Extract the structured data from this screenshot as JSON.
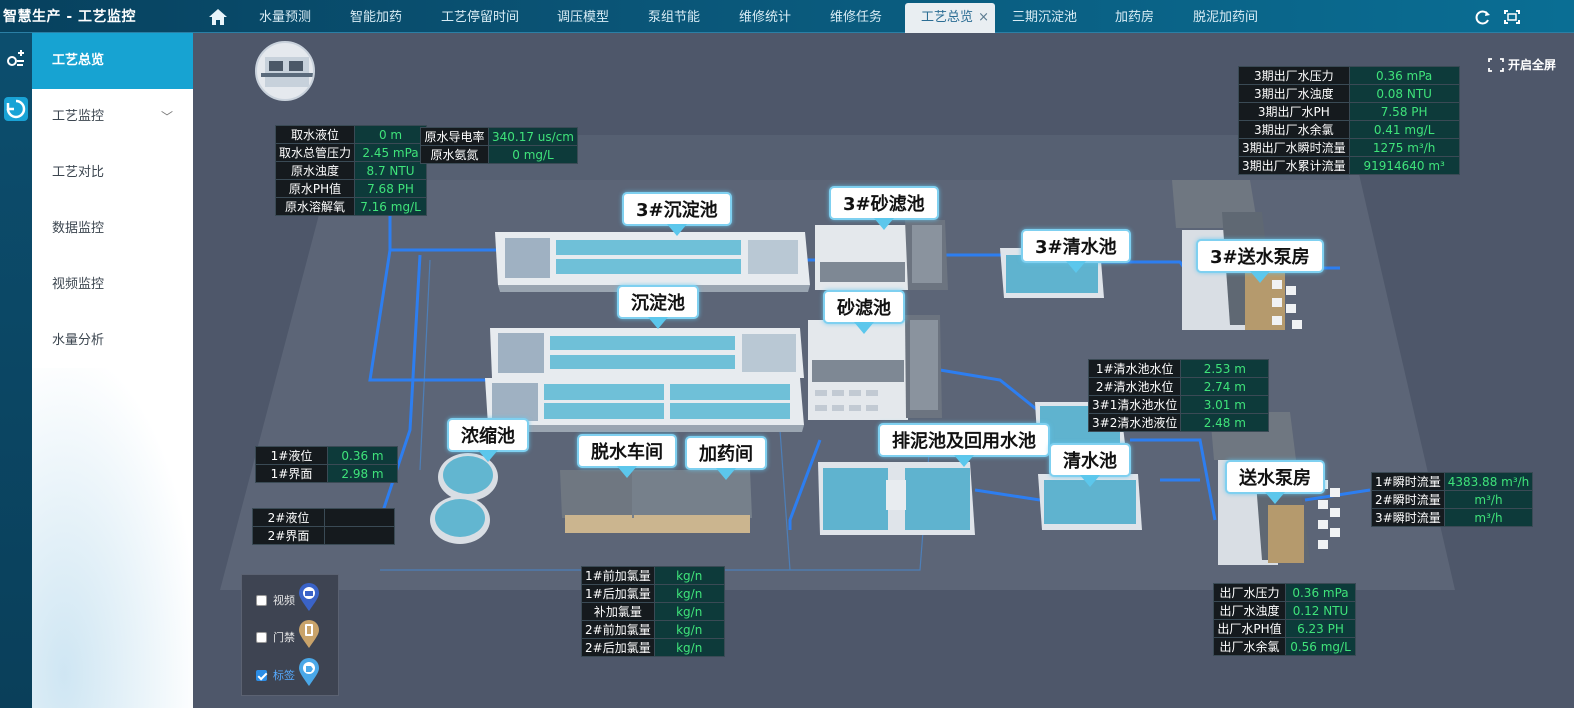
{
  "app": {
    "title": "智慧生产 - 工艺监控"
  },
  "tabs": [
    {
      "label": "水量预测"
    },
    {
      "label": "智能加药"
    },
    {
      "label": "工艺停留时间"
    },
    {
      "label": "调压模型"
    },
    {
      "label": "泵组节能"
    },
    {
      "label": "维修统计"
    },
    {
      "label": "维修任务"
    },
    {
      "label": "工艺总览",
      "active": true
    },
    {
      "label": "三期沉淀池"
    },
    {
      "label": "加药房"
    },
    {
      "label": "脱泥加药间"
    }
  ],
  "tab_close": "×",
  "sidebar": {
    "items": [
      {
        "label": "工艺总览",
        "active": true
      },
      {
        "label": "工艺监控",
        "expandable": true
      },
      {
        "label": "工艺对比"
      },
      {
        "label": "数据监控"
      },
      {
        "label": "视频监控"
      },
      {
        "label": "水量分析"
      }
    ],
    "chevron": "﹀"
  },
  "fullscreen": {
    "label": "开启全屏"
  },
  "raw_water": {
    "left": [
      {
        "k": "取水液位",
        "v": "0 m"
      },
      {
        "k": "取水总管压力",
        "v": "2.45 mPa"
      },
      {
        "k": "原水浊度",
        "v": "8.7 NTU"
      },
      {
        "k": "原水PH值",
        "v": "7.68 PH"
      },
      {
        "k": "原水溶解氧",
        "v": "7.16 mg/L"
      }
    ],
    "right": [
      {
        "k": "原水导电率",
        "v": "340.17 us/cm"
      },
      {
        "k": "原水氨氮",
        "v": "0 mg/L"
      }
    ]
  },
  "phase3_outlet": [
    {
      "k": "3期出厂水压力",
      "v": "0.36 mPa"
    },
    {
      "k": "3期出厂水浊度",
      "v": "0.08 NTU"
    },
    {
      "k": "3期出厂水PH",
      "v": "7.58 PH"
    },
    {
      "k": "3期出厂水余氯",
      "v": "0.41 mg/L"
    },
    {
      "k": "3期出厂水瞬时流量",
      "v": "1275 m³/h"
    },
    {
      "k": "3期出厂水累计流量",
      "v": "91914640 m³"
    }
  ],
  "clear_pool": [
    {
      "k": "1#清水池水位",
      "v": "2.53 m"
    },
    {
      "k": "2#清水池水位",
      "v": "2.74 m"
    },
    {
      "k": "3#1清水池水位",
      "v": "3.01 m"
    },
    {
      "k": "3#2清水池液位",
      "v": "2.48 m"
    }
  ],
  "flow": [
    {
      "k": "1#瞬时流量",
      "v": "4383.88 m³/h"
    },
    {
      "k": "2#瞬时流量",
      "v": "m³/h"
    },
    {
      "k": "3#瞬时流量",
      "v": "m³/h"
    }
  ],
  "outlet": [
    {
      "k": "出厂水压力",
      "v": "0.36 mPa"
    },
    {
      "k": "出厂水浊度",
      "v": "0.12 NTU"
    },
    {
      "k": "出厂水PH值",
      "v": "6.23 PH"
    },
    {
      "k": "出厂水余氯",
      "v": "0.56 mg/L"
    }
  ],
  "thickener1": [
    {
      "k": "1#液位",
      "v": "0.36 m"
    },
    {
      "k": "1#界面",
      "v": "2.98 m"
    }
  ],
  "thickener2": [
    {
      "k": "2#液位",
      "v": ""
    },
    {
      "k": "2#界面",
      "v": ""
    }
  ],
  "chlorine": [
    {
      "k": "1#前加氯量",
      "v": "kg/n"
    },
    {
      "k": "1#后加氯量",
      "v": "kg/n"
    },
    {
      "k": "补加氯量",
      "v": "kg/n"
    },
    {
      "k": "2#前加氯量",
      "v": "kg/n"
    },
    {
      "k": "2#后加氯量",
      "v": "kg/n"
    }
  ],
  "scene_labels": {
    "sed3": "3#沉淀池",
    "sand3": "3#砂滤池",
    "clear3": "3#清水池",
    "pump3": "3#送水泵房",
    "sed": "沉淀池",
    "sand": "砂滤池",
    "thickener": "浓缩池",
    "dewater": "脱水车间",
    "dosing": "加药间",
    "sludge": "排泥池及回用水池",
    "clear": "清水池",
    "pump": "送水泵房"
  },
  "legend": [
    {
      "label": "视频",
      "checked": false,
      "icon": "camera-pin-icon",
      "color": "#3a63c8"
    },
    {
      "label": "门禁",
      "checked": false,
      "icon": "door-pin-icon",
      "color": "#c9a36a"
    },
    {
      "label": "标签",
      "checked": true,
      "icon": "tag-pin-icon",
      "color": "#4aa8e8"
    }
  ]
}
